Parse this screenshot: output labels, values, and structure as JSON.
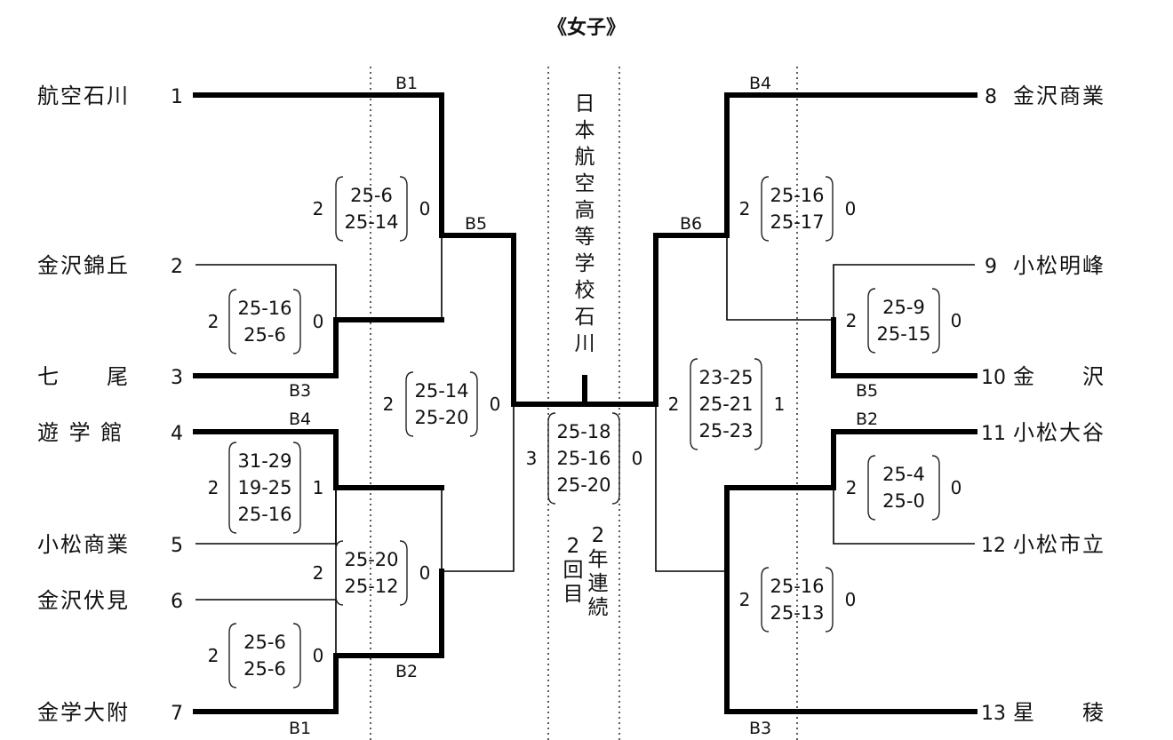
{
  "title": "《女子》",
  "champion": {
    "name_chars": [
      "日",
      "本",
      "航",
      "空",
      "高",
      "等",
      "学",
      "校",
      "石",
      "川"
    ],
    "note1_chars": [
      "2",
      "年",
      "連",
      "続"
    ],
    "note2_chars": [
      "2",
      "回",
      "目"
    ]
  },
  "teams": [
    {
      "num": "1",
      "name": "航空石川"
    },
    {
      "num": "2",
      "name": "金沢錦丘"
    },
    {
      "num": "3",
      "name": "七　　尾"
    },
    {
      "num": "4",
      "name": "遊 学 館"
    },
    {
      "num": "5",
      "name": "小松商業"
    },
    {
      "num": "6",
      "name": "金沢伏見"
    },
    {
      "num": "7",
      "name": "金学大附"
    },
    {
      "num": "8",
      "name": "金沢商業"
    },
    {
      "num": "9",
      "name": "小松明峰"
    },
    {
      "num": "10",
      "name": "金　　沢"
    },
    {
      "num": "11",
      "name": "小松大谷"
    },
    {
      "num": "12",
      "name": "小松市立"
    },
    {
      "num": "13",
      "name": "星　　稜"
    }
  ],
  "matches": [
    {
      "id": "m2v3",
      "left": "2",
      "right": "0",
      "sets": [
        "25-16",
        "25-6"
      ]
    },
    {
      "id": "m4v5",
      "left": "2",
      "right": "1",
      "sets": [
        "31-29",
        "19-25",
        "25-16"
      ]
    },
    {
      "id": "m6v7",
      "left": "2",
      "right": "0",
      "sets": [
        "25-6",
        "25-6"
      ]
    },
    {
      "id": "mB1",
      "left": "2",
      "right": "0",
      "sets": [
        "25-6",
        "25-14"
      ]
    },
    {
      "id": "mB2",
      "left": "2",
      "right": "0",
      "sets": [
        "25-20",
        "25-12"
      ]
    },
    {
      "id": "mB5",
      "left": "2",
      "right": "0",
      "sets": [
        "25-14",
        "25-20"
      ]
    },
    {
      "id": "final",
      "left": "3",
      "right": "0",
      "sets": [
        "25-18",
        "25-16",
        "25-20"
      ]
    },
    {
      "id": "m9v10",
      "left": "2",
      "right": "0",
      "sets": [
        "25-9",
        "25-15"
      ]
    },
    {
      "id": "m11v12",
      "left": "2",
      "right": "0",
      "sets": [
        "25-4",
        "25-0"
      ]
    },
    {
      "id": "mB4",
      "left": "2",
      "right": "0",
      "sets": [
        "25-16",
        "25-17"
      ]
    },
    {
      "id": "mB3",
      "left": "2",
      "right": "0",
      "sets": [
        "25-16",
        "25-13"
      ]
    },
    {
      "id": "mB6",
      "left": "2",
      "right": "1",
      "sets": [
        "23-25",
        "25-21",
        "25-23"
      ]
    }
  ],
  "blocks": {
    "b1_top": "B1",
    "b5_left": "B5",
    "b3_left": "B3",
    "b4_left": "B4",
    "b2_left": "B2",
    "b1_bottom": "B1",
    "b4_right": "B4",
    "b6_right": "B6",
    "b5_right": "B5",
    "b2_right": "B2",
    "b3_right": "B3"
  }
}
